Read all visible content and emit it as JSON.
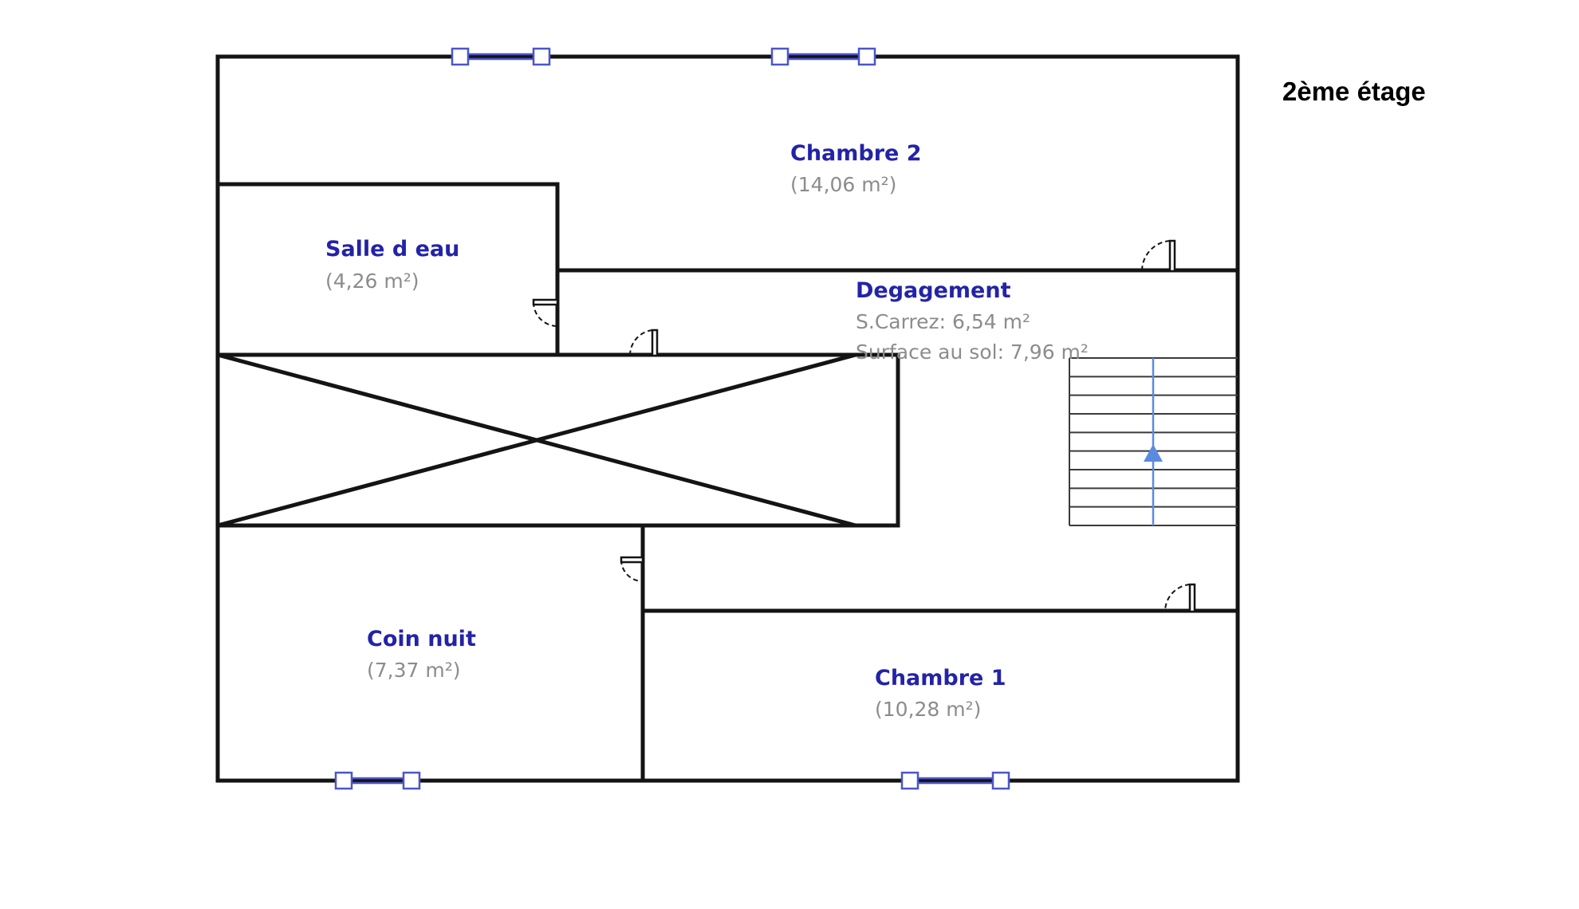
{
  "floor_label": "2ème étage",
  "rooms": {
    "chambre2": {
      "name": "Chambre 2",
      "area": "(14,06 m²)"
    },
    "salle_eau": {
      "name": "Salle d eau",
      "area": "(4,26 m²)"
    },
    "degagement": {
      "name": "Degagement",
      "carrez": "S.Carrez: 6,54 m²",
      "surface": "Surface au sol: 7,96 m²"
    },
    "coin_nuit": {
      "name": "Coin nuit",
      "area": "(7,37 m²)"
    },
    "chambre1": {
      "name": "Chambre 1",
      "area": "(10,28 m²)"
    }
  },
  "colors": {
    "room_name": "#2323a8",
    "room_area": "#8c8c8c",
    "wall": "#141414",
    "window": "#4d55c9",
    "stair_arrow": "#5b8be0"
  },
  "stairs": {
    "direction": "up",
    "steps": 9
  }
}
